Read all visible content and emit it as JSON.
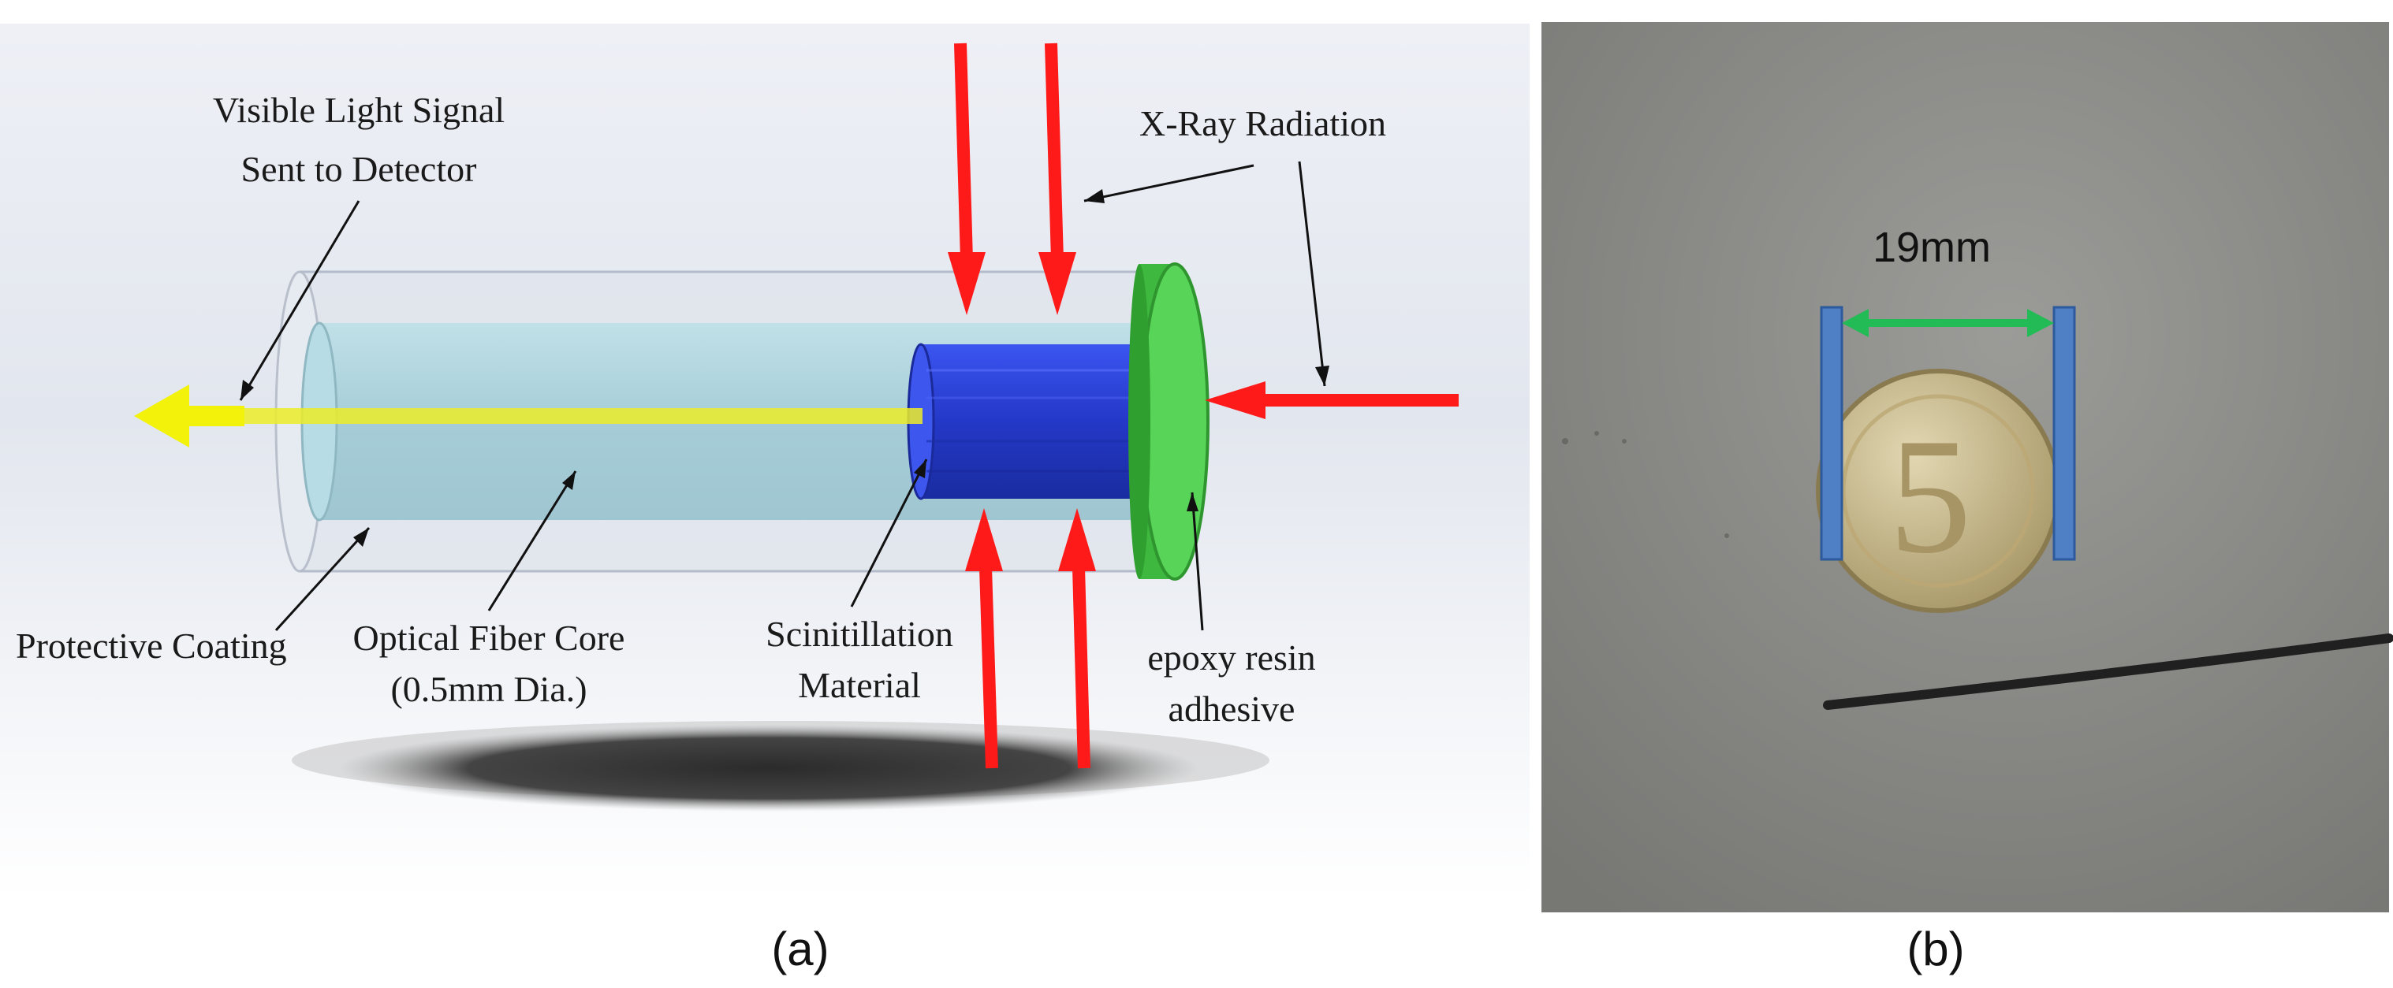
{
  "panel_a": {
    "labels": {
      "visible_light_line1": "Visible Light Signal",
      "visible_light_line2": "Sent to Detector",
      "xray": "X-Ray Radiation",
      "protective_coating": "Protective Coating",
      "fiber_core_line1": "Optical Fiber Core",
      "fiber_core_line2": "(0.5mm Dia.)",
      "scintillation_line1": "Scinitillation",
      "scintillation_line2": "Material",
      "epoxy_line1": "epoxy resin",
      "epoxy_line2": "adhesive"
    },
    "caption": "(a)",
    "colors": {
      "xray_arrows": "#ff1a1a",
      "light_signal": "#f2f20a",
      "scintillator": "#2a3fd8",
      "epoxy_cap": "#4fcf4f",
      "fiber_core": "#a9d3dc"
    }
  },
  "panel_b": {
    "measurement": "19mm",
    "caption": "(b)",
    "colors": {
      "photo_background": "#8e8e8b",
      "bracket": "#4f7fc4",
      "measure_line": "#22bb55",
      "coin": "#c9b98a"
    }
  }
}
